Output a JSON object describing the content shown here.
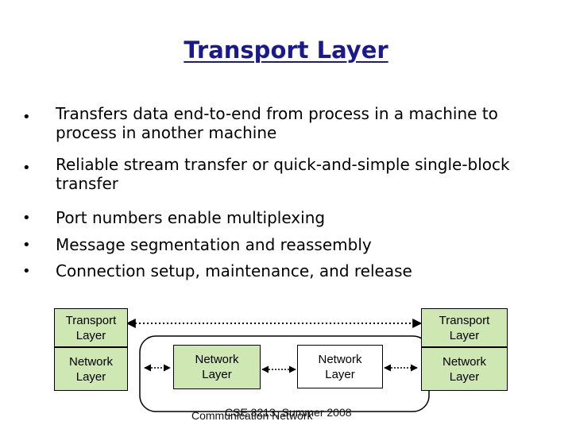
{
  "title": "Transport Layer",
  "bullets": [
    "Transfers data end-to-end from process in a machine to process in another machine",
    "Reliable stream transfer or quick-and-simple single-block transfer",
    "Port numbers enable multiplexing",
    "Message segmentation and reassembly",
    "Connection setup, maintenance, and release"
  ],
  "diagram": {
    "left_transport": "Transport Layer",
    "left_network": "Network Layer",
    "router1_network": "Network Layer",
    "router2_network": "Network Layer",
    "right_transport": "Transport Layer",
    "right_network": "Network Layer",
    "box_color": "#cfe7b3"
  },
  "footer": {
    "course": "CSE 3213, Summer 2008",
    "network": "Communication Network"
  }
}
